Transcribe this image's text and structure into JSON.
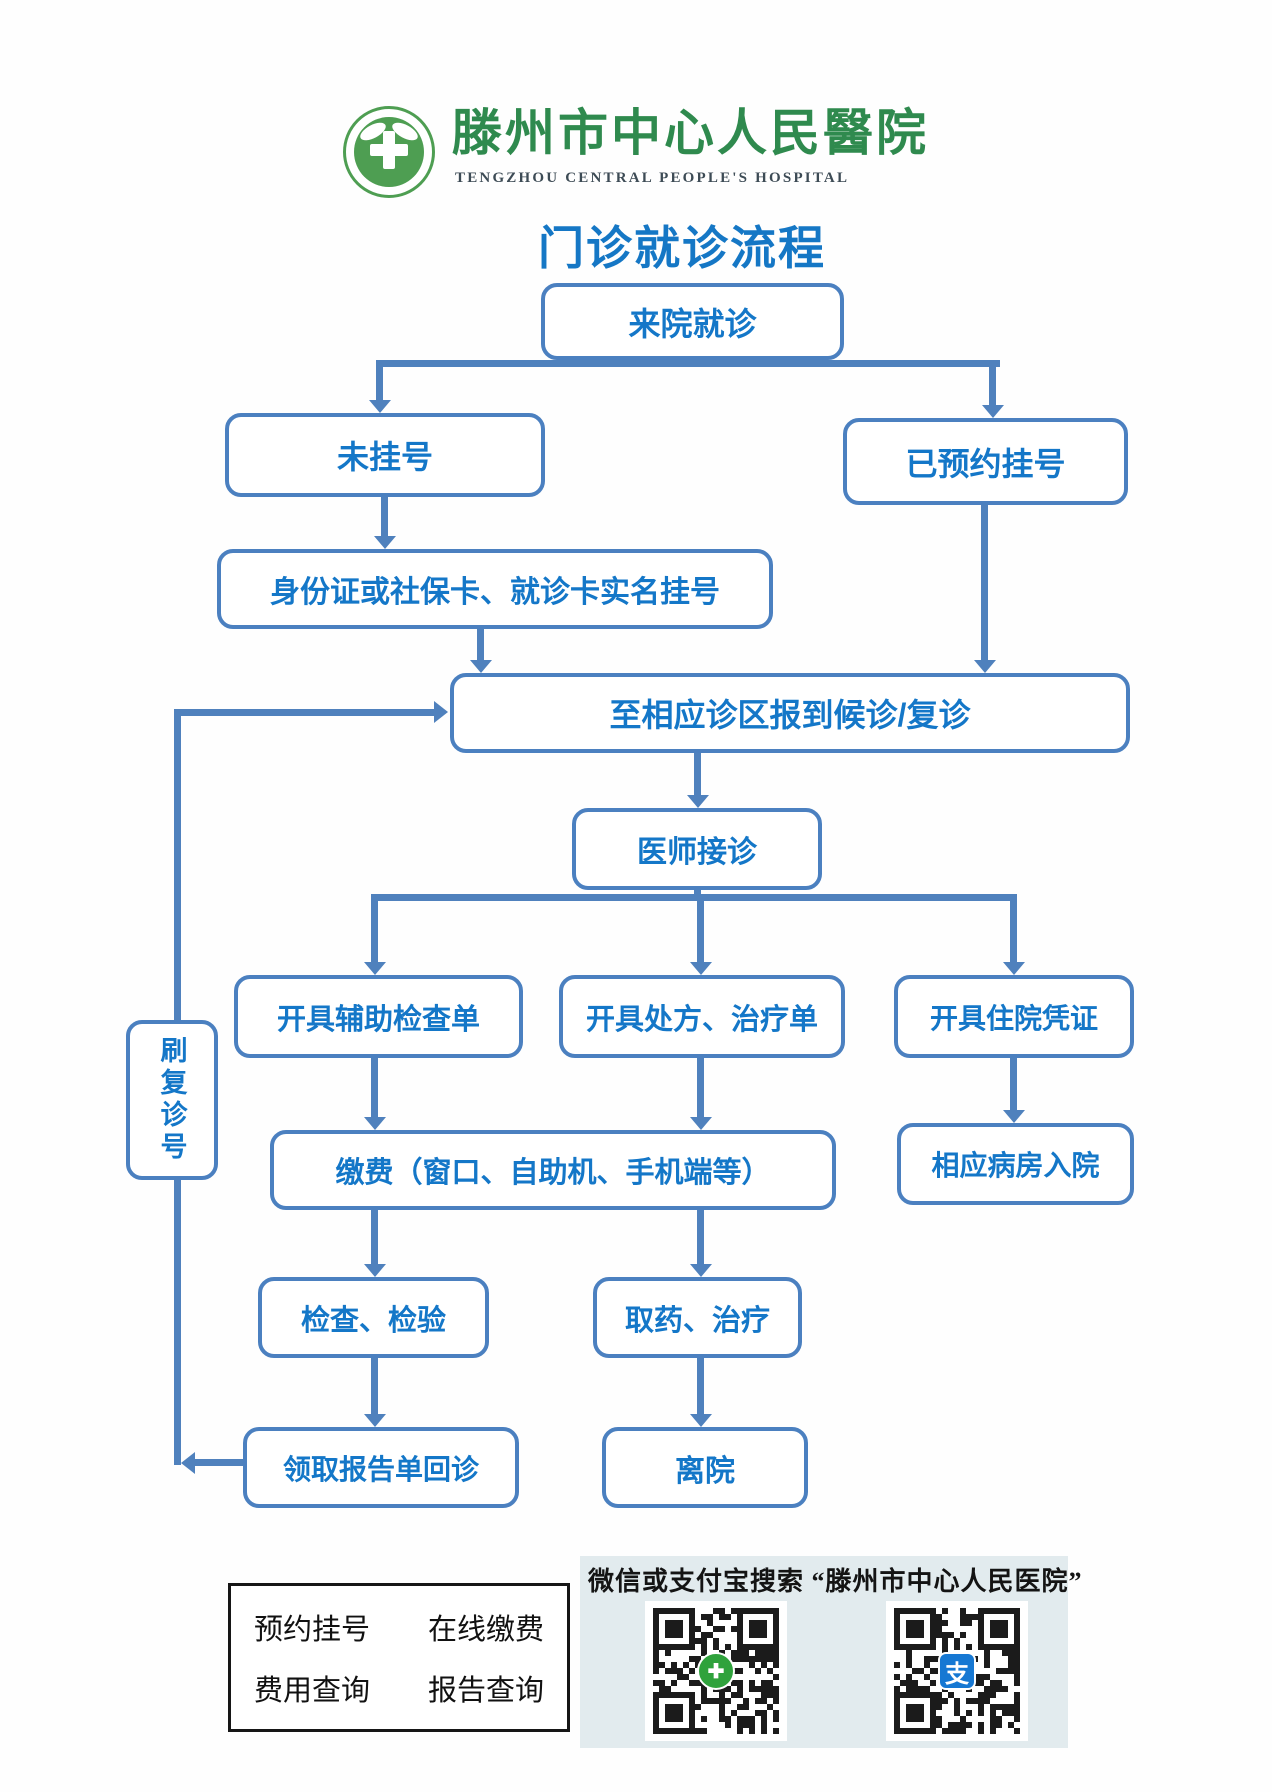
{
  "header": {
    "logo_name": "hospital-logo",
    "logo_color": "#4e9e52",
    "hospital_name_zh": "滕州市中心人民醫院",
    "hospital_name_en": "TENGZHOU CENTRAL PEOPLE'S HOSPITAL"
  },
  "title": "门诊就诊流程",
  "flowchart": {
    "colors": {
      "box_border": "#4b80c0",
      "box_text": "#1477c8",
      "arrow": "#4f81bd"
    },
    "boxes": {
      "arrive": {
        "label": "来院就诊"
      },
      "noreg": {
        "label": "未挂号"
      },
      "prereg": {
        "label": "已预约挂号"
      },
      "realname": {
        "label": "身份证或社保卡、就诊卡实名挂号"
      },
      "checkin": {
        "label": "至相应诊区报到候诊/复诊"
      },
      "doctor": {
        "label": "医师接诊"
      },
      "aux": {
        "label": "开具辅助检查单"
      },
      "rx": {
        "label": "开具处方、治疗单"
      },
      "admitcert": {
        "label": "开具住院凭证"
      },
      "swipe": {
        "label": "刷复诊号"
      },
      "pay": {
        "label": "缴费（窗口、自助机、手机端等）"
      },
      "ward": {
        "label": "相应病房入院"
      },
      "exam": {
        "label": "检查、检验"
      },
      "med": {
        "label": "取药、治疗"
      },
      "report": {
        "label": "领取报告单回诊"
      },
      "leave": {
        "label": "离院"
      }
    }
  },
  "footer": {
    "services_box": {
      "lines": [
        "预约挂号　　在线缴费",
        "费用查询　　报告查询"
      ]
    },
    "qr_caption": "微信或支付宝搜索 “滕州市中心人民医院”",
    "qr_codes": [
      {
        "name": "wechat-qr",
        "logo_color": "#2fa23c",
        "logo_glyph": "✚",
        "logo_shape": "circle"
      },
      {
        "name": "alipay-qr",
        "logo_color": "#1678d3",
        "logo_glyph": "支",
        "logo_shape": "rounded"
      }
    ]
  }
}
